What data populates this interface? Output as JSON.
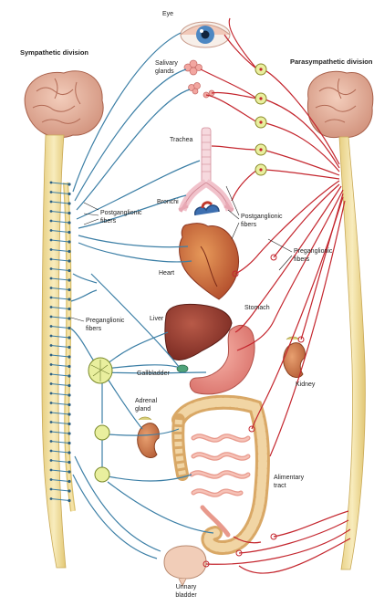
{
  "divisions": {
    "sympathetic": "Sympathetic division",
    "parasympathetic": "Parasympathetic division"
  },
  "labels": {
    "eye": "Eye",
    "salivary_1": "Salivary",
    "salivary_2": "glands",
    "trachea": "Trachea",
    "bronchi": "Bronchi",
    "heart": "Heart",
    "liver": "Liver",
    "gallbladder": "Gallbladder",
    "adrenal_1": "Adrenal",
    "adrenal_2": "gland",
    "stomach": "Stomach",
    "kidney": "Kidney",
    "alimentary_1": "Alimentary",
    "alimentary_2": "tract",
    "bladder_1": "Urinary",
    "bladder_2": "bladder",
    "postg_left_1": "Postganglionic",
    "postg_left_2": "fibers",
    "postg_right_1": "Postganglionic",
    "postg_right_2": "fibers",
    "preg_left_1": "Preganglionic",
    "preg_left_2": "fibers",
    "preg_right_1": "Preganglionic",
    "preg_right_2": "fibers"
  },
  "colors": {
    "sympathetic_nerve": "#3c7fa6",
    "parasympathetic_nerve": "#c4262e",
    "spinal_cord": "#f2e0a0",
    "brain": "#e7b5a0",
    "ganglion": "#e9ef9e"
  }
}
